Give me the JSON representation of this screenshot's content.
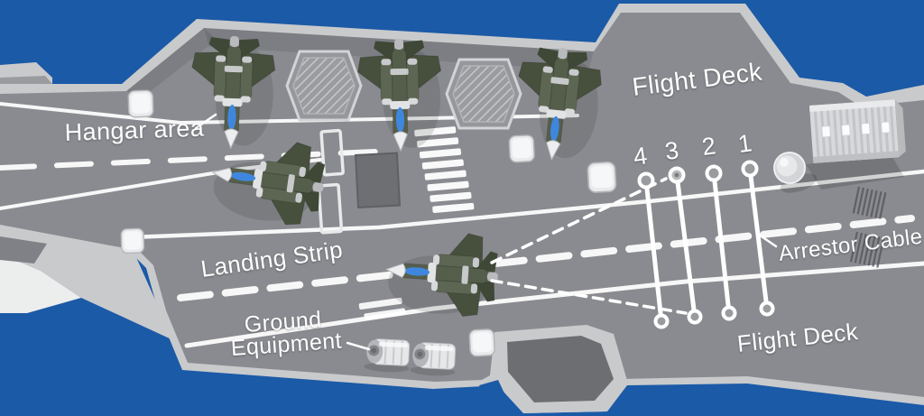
{
  "diagram": {
    "labels": {
      "hangar_area": "Hangar area",
      "flight_deck_top": "Flight Deck",
      "landing_strip": "Landing Strip",
      "ground_line1": "Ground",
      "ground_line2": "Equipment",
      "arrestor_cable": "Arrestor Cable",
      "flight_deck_bottom": "Flight Deck"
    },
    "cables": [
      {
        "label": "4"
      },
      {
        "label": "3"
      },
      {
        "label": "2"
      },
      {
        "label": "1"
      }
    ],
    "colors": {
      "ocean": "#1b5aa7",
      "deck": "#8a8b90",
      "hull_edge": "#c9cacc",
      "deck_dark": "#6d6e72",
      "marking": "#ffffff",
      "jet_olive": "#58614e",
      "jet_canopy": "#3f87de"
    }
  }
}
